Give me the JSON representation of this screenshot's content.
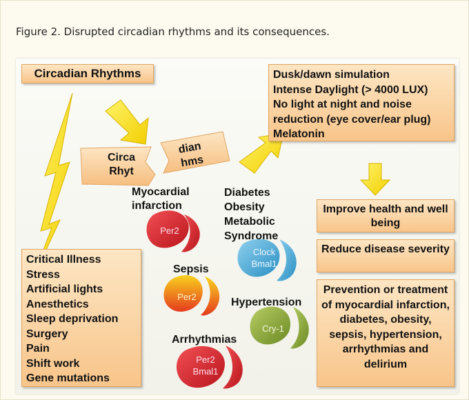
{
  "caption": "Figure 2. Disrupted circadian rhythms and its consequences.",
  "title": "Circadian Rhythms",
  "broken": {
    "left_top": "Circa",
    "left_bottom": "Rhyt",
    "right_top": "dian",
    "right_bottom": "hms"
  },
  "interventions": [
    "Dusk/dawn simulation",
    "Intense Daylight (> 4000 LUX)",
    "No light at night and noise",
    "reduction (eye cover/ear plug)",
    "Melatonin"
  ],
  "causes": [
    "Critical Illness",
    "Stress",
    "Artificial lights",
    "Anesthetics",
    "Sleep deprivation",
    "Surgery",
    "Pain",
    "Shift work",
    "Gene mutations"
  ],
  "conditions": {
    "myocardial": "Myocardial infarction",
    "diabetes": "Diabetes Obesity Metabolic Syndrome",
    "sepsis": "Sepsis",
    "hypertension": "Hypertension",
    "arrhythmias": "Arrhythmias"
  },
  "genes": {
    "per2_mi": "Per2",
    "clock_bmal1": "Clock Bmal1",
    "per2_sepsis": "Per2",
    "cry1": "Cry-1",
    "per2_bmal1": "Per2 Bmal1"
  },
  "outcomes": {
    "improve": "Improve health and well being",
    "reduce": "Reduce disease severity",
    "prevention": "Prevention or treatment of myocardial infarction, diabetes, obesity, sepsis, hypertension, arrhythmias and delirium"
  },
  "colors": {
    "orange_box": "#f8c58a",
    "arrow_yellow": "#f6e21a",
    "red_leaf": "#d8232a",
    "blue_leaf": "#3fa6d6",
    "green_leaf": "#8aa83a"
  }
}
